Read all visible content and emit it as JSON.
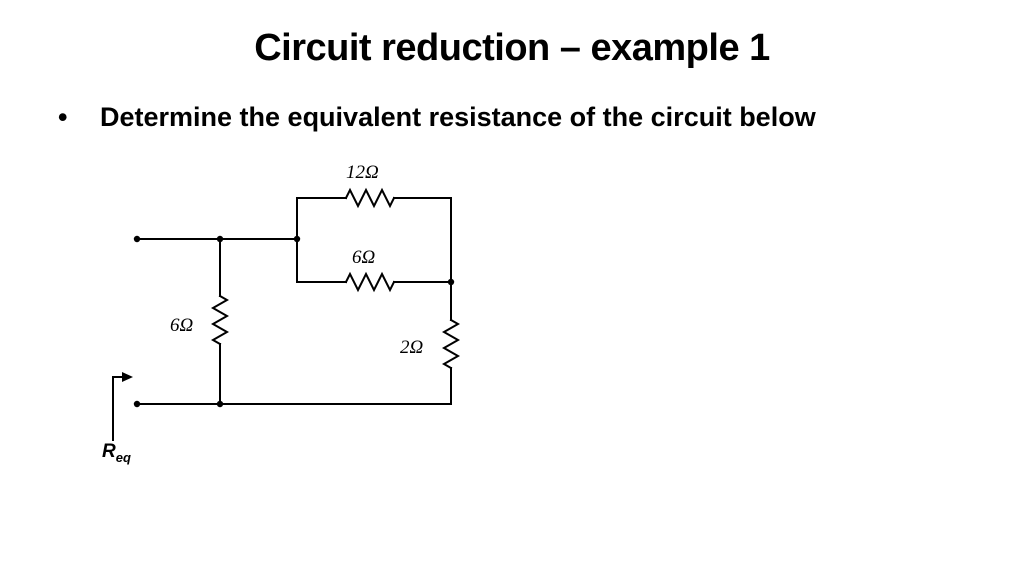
{
  "slide": {
    "title": "Circuit reduction – example 1",
    "bullet_symbol": "•",
    "bullet_text": "Determine the equivalent resistance of the circuit below"
  },
  "circuit": {
    "resistors": {
      "top_parallel": "12Ω",
      "bottom_parallel": "6Ω",
      "left_shunt": "6Ω",
      "right_series": "2Ω"
    },
    "req_label_main": "R",
    "req_label_sub": "eq"
  }
}
